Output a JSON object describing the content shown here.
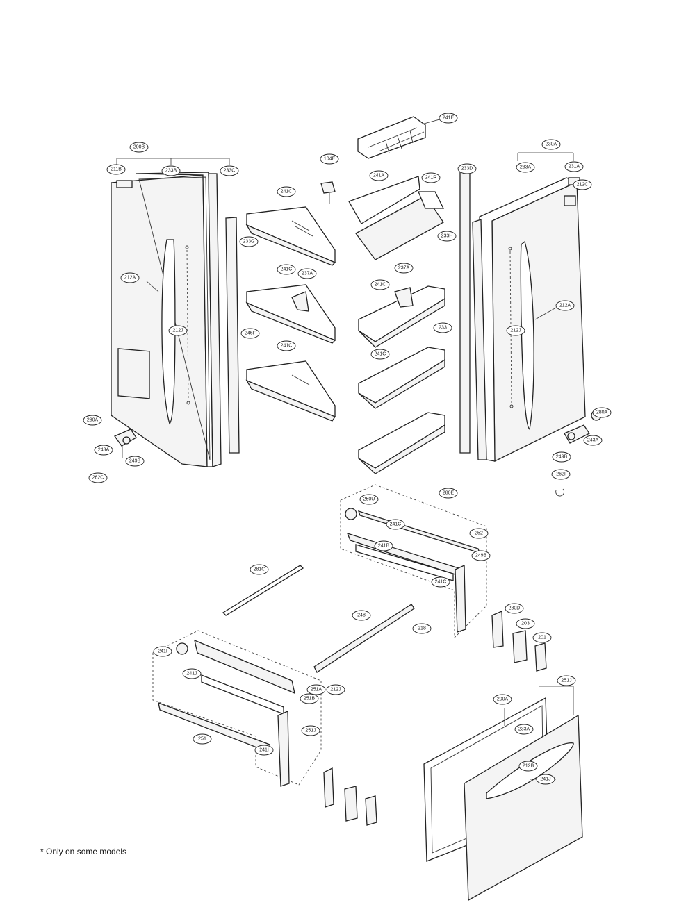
{
  "footnote": "* Only on some models",
  "callouts": [
    "241E",
    "200B",
    "104E",
    "241A",
    "241R",
    "233D",
    "230A",
    "211B",
    "233B",
    "233C",
    "233A",
    "231A",
    "212C",
    "241C",
    "233G",
    "233H",
    "212A",
    "241C",
    "237A",
    "241C",
    "237A",
    "212A",
    "233",
    "212J",
    "246F",
    "212J",
    "241C",
    "241C",
    "280A",
    "280A",
    "243A",
    "243A",
    "249B",
    "249B",
    "262C",
    "262I",
    "281C",
    "250U",
    "280E",
    "241C",
    "241B",
    "249B",
    "252",
    "241C",
    "248",
    "280D",
    "218",
    "203",
    "201",
    "241I",
    "241J",
    "251B",
    "251J",
    "200A",
    "233A",
    "251A",
    "212J",
    "212B",
    "241J",
    "251",
    "241I",
    "251J"
  ]
}
